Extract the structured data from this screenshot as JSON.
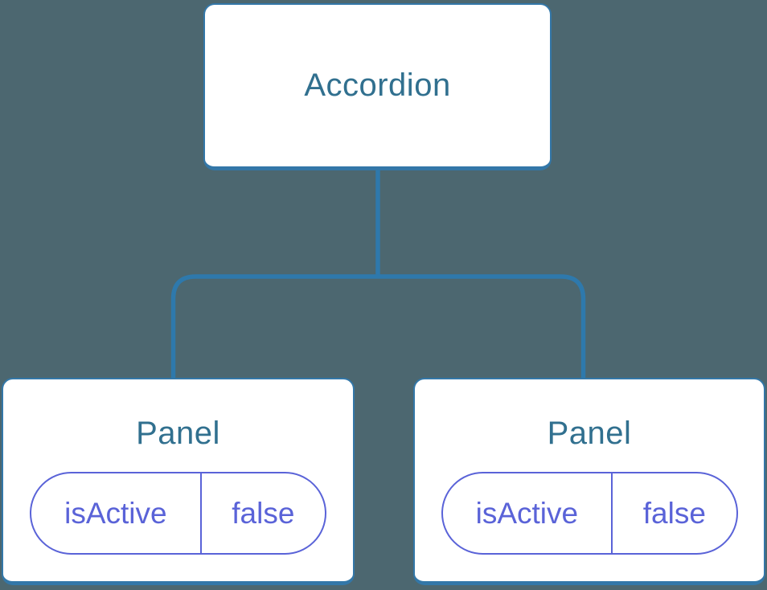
{
  "diagram": {
    "type": "component-tree",
    "root": {
      "label": "Accordion"
    },
    "panels": [
      {
        "label": "Panel",
        "state_key": "isActive",
        "state_value": "false"
      },
      {
        "label": "Panel",
        "state_key": "isActive",
        "state_value": "false"
      }
    ]
  },
  "colors": {
    "background": "#4C6770",
    "connector": "#2E79AC",
    "node_border": "#3377A8",
    "node_text": "#31708F",
    "state_accent": "#5A63D8"
  }
}
